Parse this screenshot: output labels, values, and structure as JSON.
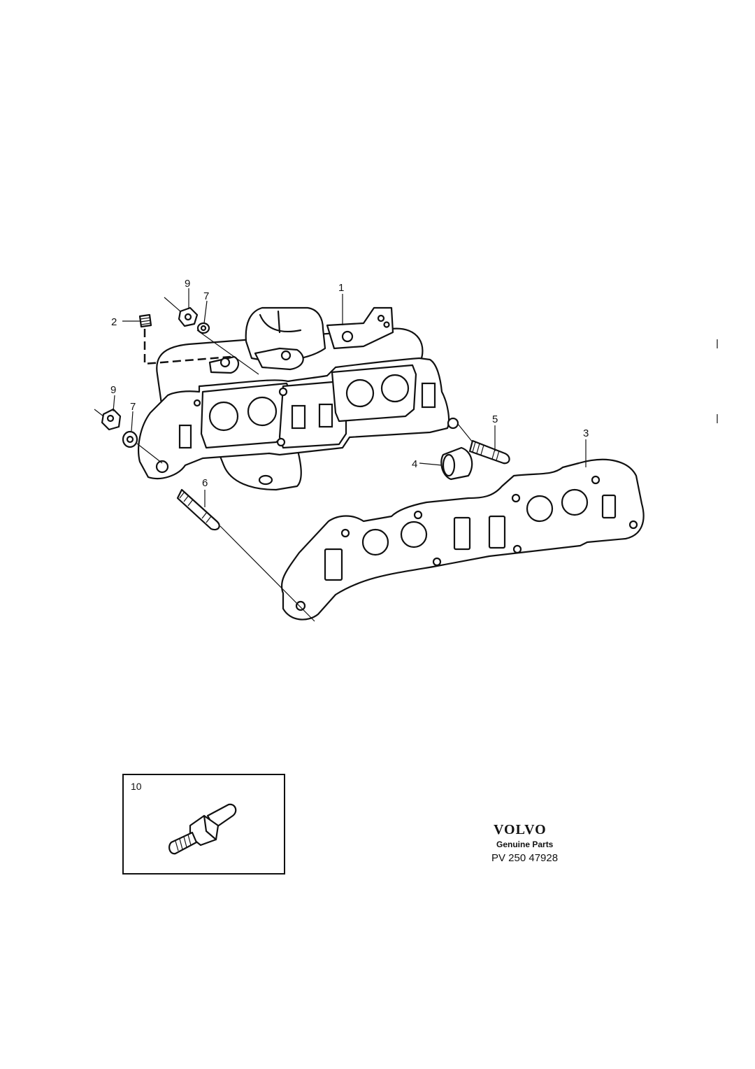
{
  "callouts": {
    "c1": "1",
    "c2": "2",
    "c3": "3",
    "c4": "4",
    "c5": "5",
    "c6": "6",
    "c7a": "7",
    "c7b": "7",
    "c9a": "9",
    "c9b": "9"
  },
  "inset": {
    "label": "10"
  },
  "brand": {
    "logo": "VOLVO",
    "subtitle": "Genuine Parts",
    "part_number": "PV 250 47928"
  }
}
